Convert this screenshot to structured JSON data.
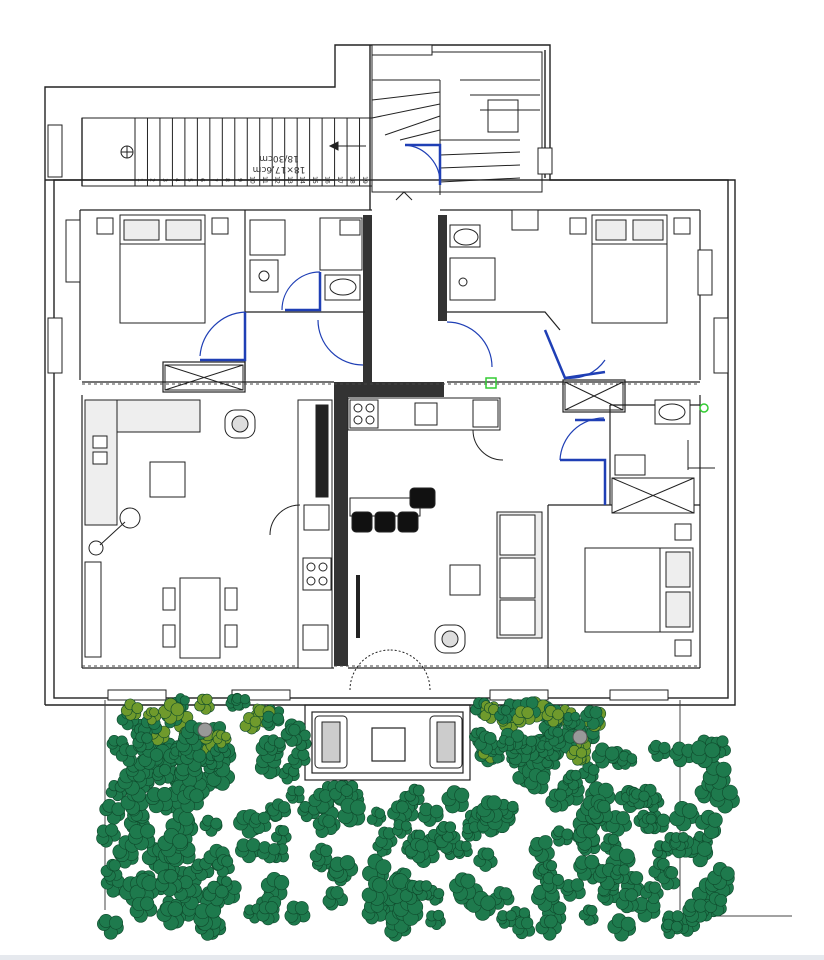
{
  "stair_label": {
    "line1": "18×17,6cm",
    "line2": "18/30cm"
  },
  "stair_numbers": [
    "1",
    "2",
    "3",
    "4",
    "5",
    "6",
    "7",
    "8",
    "9",
    "10",
    "11",
    "12",
    "13",
    "14",
    "15",
    "16",
    "17",
    "18",
    "19"
  ],
  "colors": {
    "wall_line": "#222222",
    "thick_wall": "#333333",
    "door_swing": "#1f3fb5",
    "plant": "#1e7a4d",
    "plant_light": "#6f9a2c",
    "sensor": "#33cc33",
    "counter": "#555555"
  },
  "icons": {
    "plants": "leaf-cluster-icon",
    "beds": "bed-icon",
    "toilets": "toilet-icon",
    "chairs": "chair-icon",
    "sofa": "sofa-icon",
    "stove": "stove-icon"
  }
}
